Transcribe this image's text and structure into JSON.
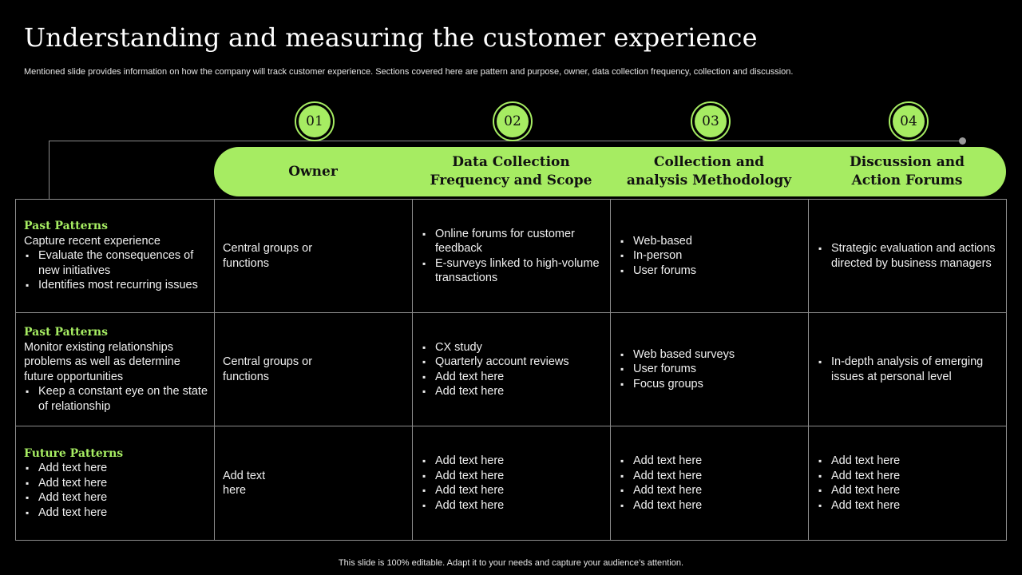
{
  "title": "Understanding and measuring the customer experience",
  "subtitle": "Mentioned slide provides information on how the company will track customer experience. Sections covered here are pattern and purpose, owner, data collection frequency, collection and discussion.",
  "colors": {
    "accent": "#a6ec62",
    "background": "#000000",
    "grid_line": "#8c8c8c"
  },
  "steps": [
    {
      "number": "01",
      "header": "Owner"
    },
    {
      "number": "02",
      "header": "Data Collection\nFrequency and Scope"
    },
    {
      "number": "03",
      "header": "Collection and\nanalysis Methodology"
    },
    {
      "number": "04",
      "header": "Discussion and\nAction Forums"
    }
  ],
  "rows": [
    {
      "heading": "Past Patterns",
      "intro": "Capture recent experience",
      "bullets": [
        "Evaluate the consequences of new initiatives",
        "Identifies most recurring issues"
      ],
      "owner": "Central groups or functions",
      "data_collection": [
        "Online forums for customer feedback",
        "E-surveys linked to high-volume transactions"
      ],
      "methodology": [
        "Web-based",
        "In-person",
        "User forums"
      ],
      "forums": [
        "Strategic evaluation and actions directed by business managers"
      ]
    },
    {
      "heading": "Past Patterns",
      "intro": "Monitor existing relationships problems as well as determine future opportunities",
      "bullets": [
        "Keep a constant eye on the state of relationship"
      ],
      "owner": "Central groups or functions",
      "data_collection": [
        "CX study",
        "Quarterly account reviews",
        "Add text here",
        "Add text here"
      ],
      "methodology": [
        "Web based surveys",
        "User forums",
        "Focus groups"
      ],
      "forums": [
        "In-depth analysis of emerging issues at personal level"
      ]
    },
    {
      "heading": "Future Patterns",
      "intro": "",
      "bullets": [
        "Add text here",
        "Add text here",
        "Add text here",
        "Add text here"
      ],
      "owner": "Add text here",
      "data_collection": [
        "Add text here",
        "Add text here",
        "Add text here",
        "Add text here"
      ],
      "methodology": [
        "Add text here",
        "Add text here",
        "Add text here",
        "Add text here"
      ],
      "forums": [
        "Add text here",
        "Add text here",
        "Add text here",
        "Add text here"
      ]
    }
  ],
  "footer": "This slide is 100% editable. Adapt it to your needs and capture your audience’s attention."
}
